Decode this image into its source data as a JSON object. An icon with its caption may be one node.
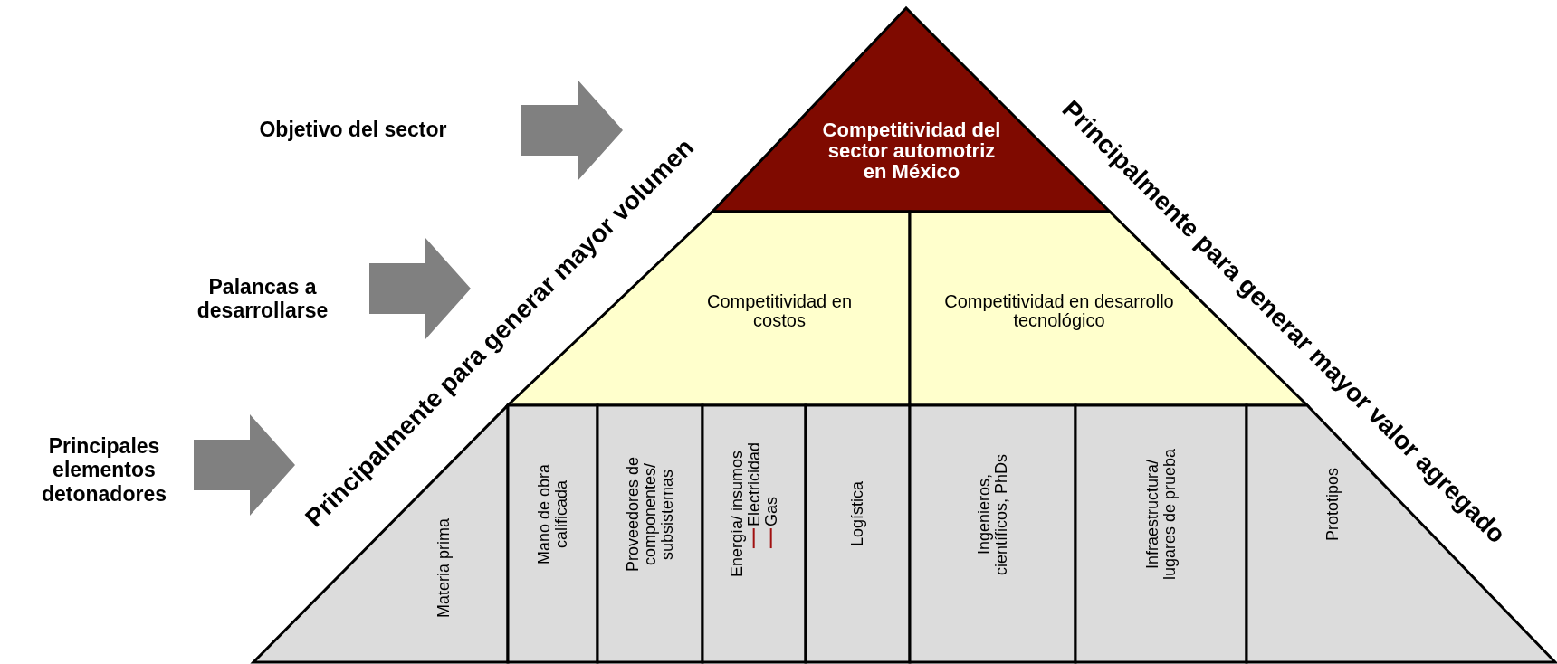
{
  "diagram": {
    "nodes": [
      {
        "text": [
          "Competitividad del sector automotriz en México"
        ]
      },
      {
        "text": [
          "Competitividad en costos"
        ]
      },
      {
        "text": [
          "Competitividad en desarrollo tecnológico"
        ]
      },
      {
        "text": [
          "Materia prima"
        ]
      },
      {
        "text": [
          "Mano de obra calificada"
        ]
      },
      {
        "text": [
          "Proveedores de componentes/ subsistemas"
        ]
      },
      {
        "text": [
          "Energía/ insumos",
          "Electricidad",
          "Gas"
        ]
      },
      {
        "text": [
          "Logística"
        ]
      },
      {
        "text": [
          "Ingenieros, científicos, PhDs"
        ]
      },
      {
        "text": [
          "Infraestructura/ lugares de prueba"
        ]
      },
      {
        "text": [
          "Prototipos"
        ]
      }
    ],
    "labels": [
      "Objetivo del sector",
      "Palancas a desarrollarse",
      "Principales elementos detonadores",
      "Principalmente para generar mayor volumen",
      "Principalmente para generar mayor valor agregado"
    ]
  }
}
